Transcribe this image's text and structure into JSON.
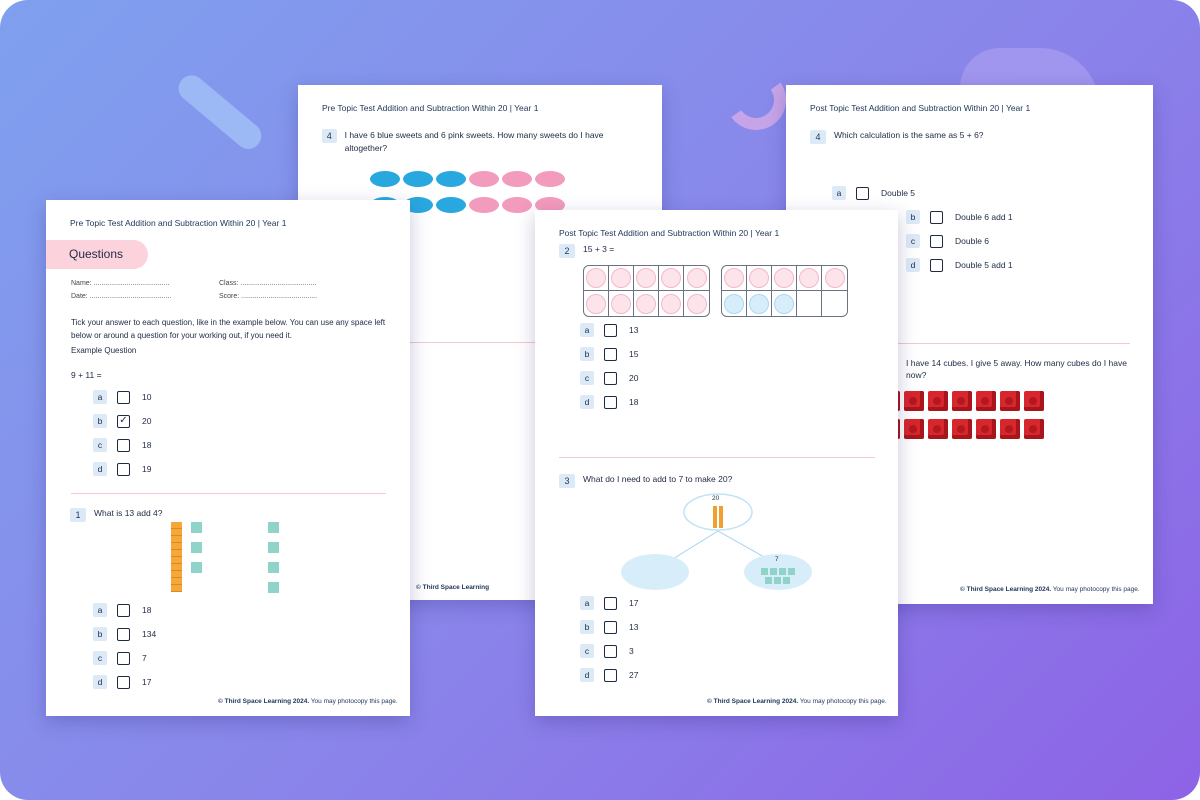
{
  "back_left": {
    "header": "Pre Topic Test Addition and Subtraction Within 20 | Year 1",
    "q4_num": "4",
    "q4_text": "I have 6 blue sweets and 6 pink sweets. How many sweets do I have altogether?",
    "footer_brand": "© Third Space Learning",
    "sweet_colors": {
      "blue": "#29a8e0",
      "pink": "#f39bbd"
    }
  },
  "back_right": {
    "header": "Post Topic Test Addition and Subtraction Within 20 | Year 1",
    "q4_num": "4",
    "q4_text": "Which calculation is the same as 5 + 6?",
    "options": [
      {
        "letter": "a",
        "text": "Double 5"
      },
      {
        "letter": "b",
        "text": "Double 6 add 1"
      },
      {
        "letter": "c",
        "text": "Double 6"
      },
      {
        "letter": "d",
        "text": "Double 5 add 1"
      }
    ],
    "q5_text": "I have 14 cubes. I give 5 away. How many cubes do I have now?",
    "footer_brand": "© Third Space Learning 2024.",
    "footer_rest": " You may photocopy this page.",
    "cube_color": "#d7262d"
  },
  "front_left": {
    "header": "Pre Topic Test Addition and Subtraction Within 20 | Year 1",
    "section_title": "Questions",
    "name_label": "Name: .......................................",
    "class_label": "Class: .......................................",
    "date_label": "Date: ..........................................",
    "score_label": "Score: .......................................",
    "instructions": "Tick your answer to each question, like in the example below. You can use any space left below or around a question for your working out, if you need it.",
    "example_label": "Example Question",
    "example_q": "9 + 11 =",
    "example_options": [
      {
        "letter": "a",
        "text": "10",
        "tick": ""
      },
      {
        "letter": "b",
        "text": "20",
        "tick": "✓"
      },
      {
        "letter": "c",
        "text": "18",
        "tick": ""
      },
      {
        "letter": "d",
        "text": "19",
        "tick": ""
      }
    ],
    "q1_num": "1",
    "q1_text": "What is 13 add 4?",
    "q1_options": [
      {
        "letter": "a",
        "text": "18"
      },
      {
        "letter": "b",
        "text": "134"
      },
      {
        "letter": "c",
        "text": "7"
      },
      {
        "letter": "d",
        "text": "17"
      }
    ],
    "footer_brand": "© Third Space Learning 2024.",
    "footer_rest": " You may photocopy this page."
  },
  "front_middle": {
    "header": "Post Topic Test Addition and Subtraction Within 20 | Year 1",
    "q2_num": "2",
    "q2_text": "15 + 3 =",
    "q2_options": [
      {
        "letter": "a",
        "text": "13"
      },
      {
        "letter": "b",
        "text": "15"
      },
      {
        "letter": "c",
        "text": "20"
      },
      {
        "letter": "d",
        "text": "18"
      }
    ],
    "q3_num": "3",
    "q3_text": "What do I need to add to 7 to make 20?",
    "whole_value": "20",
    "part_value": "7",
    "q3_options": [
      {
        "letter": "a",
        "text": "17"
      },
      {
        "letter": "b",
        "text": "13"
      },
      {
        "letter": "c",
        "text": "3"
      },
      {
        "letter": "d",
        "text": "27"
      }
    ],
    "footer_brand": "© Third Space Learning 2024.",
    "footer_rest": " You may photocopy this page."
  }
}
